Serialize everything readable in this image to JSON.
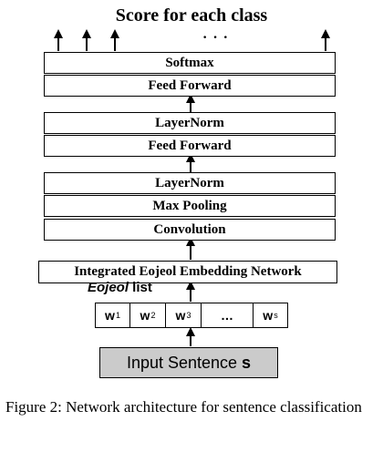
{
  "title": "Score for each class",
  "output_ellipsis": "· · ·",
  "layers": {
    "softmax": "Softmax",
    "feed_forward_top": "Feed Forward",
    "layernorm_top": "LayerNorm",
    "feed_forward_mid": "Feed Forward",
    "layernorm_bottom": "LayerNorm",
    "max_pooling": "Max Pooling",
    "convolution": "Convolution",
    "embedding": "Integrated Eojeol Embedding Network"
  },
  "eojeol_list": {
    "italic": "Eojeol",
    "rest": " list"
  },
  "tokens": [
    {
      "base": "w",
      "sub": "1"
    },
    {
      "base": "w",
      "sub": "2"
    },
    {
      "base": "w",
      "sub": "3"
    },
    {
      "base": "…",
      "sub": ""
    },
    {
      "base": "w",
      "sub": "s"
    }
  ],
  "input": {
    "text": "Input Sentence ",
    "var": "s"
  },
  "caption": "Figure 2: Network architecture for sentence classification"
}
